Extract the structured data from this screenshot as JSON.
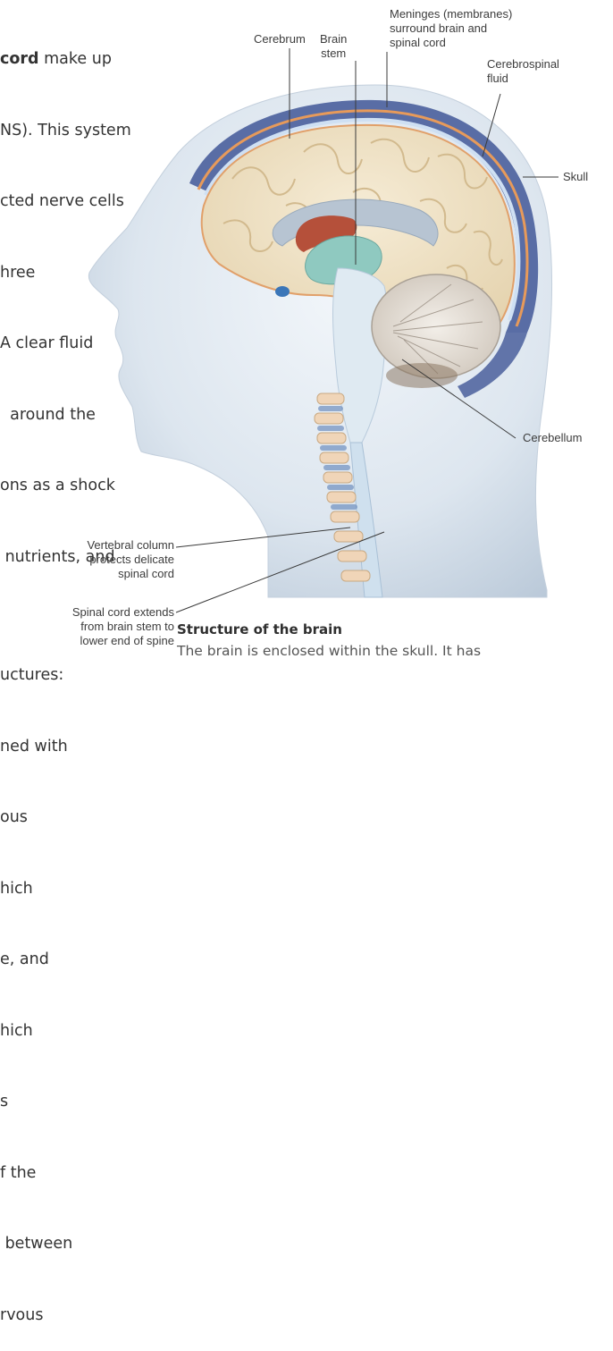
{
  "body_text": {
    "line_1_bold": "cord",
    "line_1_rest": " make up",
    "lines": [
      "NS). This system",
      "cted nerve cells",
      "hree",
      "A clear fluid",
      "  around the",
      "ons as a shock",
      " nutrients, and",
      "",
      "uctures:",
      "ned with",
      "ous",
      "hich",
      "e, and",
      "hich",
      "s",
      "f the",
      " between",
      "rvous"
    ]
  },
  "labels": {
    "cerebrum": "Cerebrum",
    "brain_stem": "Brain\nstem",
    "meninges": "Meninges (membranes)\nsurround brain and\nspinal cord",
    "cerebrospinal_fluid": "Cerebrospinal\nfluid",
    "skull": "Skull",
    "cerebellum": "Cerebellum",
    "vertebral_column": "Vertebral column\nprotects delicate\nspinal cord",
    "spinal_cord": "Spinal cord extends\nfrom brain stem to\nlower end of spine"
  },
  "caption": {
    "title": "Structure of the brain",
    "text": "The brain is enclosed within the skull. It has"
  },
  "colors": {
    "head_skin": "#dfe7f0",
    "brain": "#efe2c6",
    "meninges_orange": "#e79a5a",
    "skull_blue": "#4a5f9c",
    "spinal_cord": "#cfe0ee",
    "brain_stem_teal": "#8fc9c0",
    "thalamus_red": "#b5503a",
    "leader_line": "#3a3a3a"
  }
}
